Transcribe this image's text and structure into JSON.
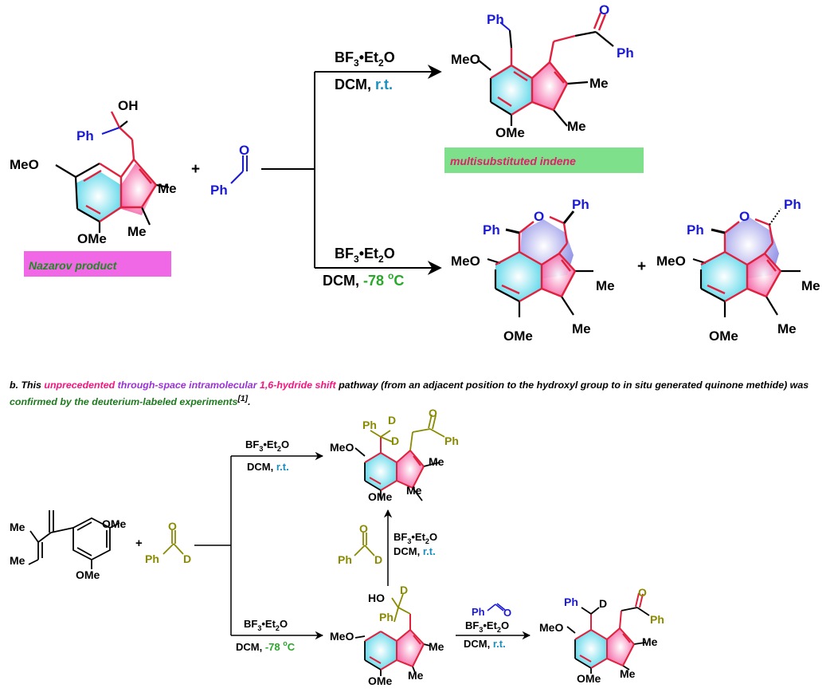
{
  "colors": {
    "blue": "#1a1ad6",
    "red": "#e0203c",
    "pink": "#f51480",
    "olive": "#8a8a00",
    "green": "#2aa82a",
    "teal": "#1a8fbf",
    "purple": "#9b30d9",
    "magenta": "#f064f0",
    "lightgreen": "#7ee08a",
    "cyan": "#63e0f0",
    "lilac": "#a8a8ef"
  },
  "top": {
    "reactant_labels": {
      "oh": "OH",
      "ph": "Ph",
      "meo": "MeO",
      "me1": "Me",
      "ome": "OMe",
      "me2": "Me"
    },
    "reactant_caption": "Nazarov product",
    "plus": "+",
    "aldehyde": {
      "o": "O",
      "ph": "Ph"
    },
    "upper_conditions": {
      "reagent_a": "BF",
      "sub3": "3",
      "reagent_b": "•Et",
      "sub2": "2",
      "reagent_c": "O",
      "solvent": "DCM, ",
      "temp": "r.t."
    },
    "lower_conditions": {
      "reagent_a": "BF",
      "sub3": "3",
      "reagent_b": "•Et",
      "sub2": "2",
      "reagent_c": "O",
      "solvent": "DCM, ",
      "temp": "-78 ",
      "deg": "o",
      "unit": "C"
    },
    "indene_labels": {
      "ph1": "Ph",
      "o": "O",
      "ph2": "Ph",
      "meo": "MeO",
      "me1": "Me",
      "ome": "OMe",
      "me2": "Me"
    },
    "indene_caption": "multisubstituted indene",
    "ether1_labels": {
      "ph1": "Ph",
      "o": "O",
      "ph2": "Ph",
      "meo": "MeO",
      "me1": "Me",
      "ome": "OMe",
      "me2": "Me"
    },
    "plus2": "+",
    "ether2_labels": {
      "ph1": "Ph",
      "o": "O",
      "ph2": "Ph",
      "meo": "MeO",
      "me1": "Me",
      "ome": "OMe",
      "me2": "Me"
    }
  },
  "note": {
    "p1": "b. This ",
    "p2": "unprecedented ",
    "p3": "through-space intramolecular ",
    "p4": "1,6-hydride shift",
    "p5": " pathway (from an adjacent position to the hydroxyl group to in situ generated quinone methide) was ",
    "p6": "confirmed by the deuterium-labeled experiments",
    "p7": "[1]",
    "p8": "."
  },
  "bottom": {
    "diene_labels": {
      "me1": "Me",
      "ome1": "OMe",
      "me2": "Me",
      "ome2": "OMe"
    },
    "plus": "+",
    "aldehyde_d": {
      "o": "O",
      "ph": "Ph",
      "d": "D"
    },
    "cond_rt": {
      "a": "BF",
      "s3": "3",
      "b": "•Et",
      "s2": "2",
      "c": "O",
      "solvent": "DCM, ",
      "temp": "r.t."
    },
    "cond_78": {
      "a": "BF",
      "s3": "3",
      "b": "•Et",
      "s2": "2",
      "c": "O",
      "solvent": "DCM, ",
      "temp": "-78 ",
      "deg": "o",
      "unit": "C"
    },
    "prod_d2": {
      "ph": "Ph",
      "d1": "D",
      "d2": "D",
      "o": "O",
      "ph2": "Ph",
      "meo": "MeO",
      "me1": "Me",
      "ome": "OMe",
      "me2": "Me"
    },
    "vert_aldehyde": {
      "o": "O",
      "ph": "Ph",
      "d": "D"
    },
    "cond_vert": {
      "a": "BF",
      "s3": "3",
      "b": "•Et",
      "s2": "2",
      "c": "O",
      "solvent": "DCM, ",
      "temp": "r.t."
    },
    "alcohol_d": {
      "ho": "HO",
      "d": "D",
      "ph": "Ph",
      "meo": "MeO",
      "me1": "Me",
      "ome": "OMe",
      "me2": "Me"
    },
    "cond_right": {
      "ph": "Ph",
      "o": "O",
      "a": "BF",
      "s3": "3",
      "b": "•Et",
      "s2": "2",
      "c": "O",
      "solvent": "DCM, ",
      "temp": "r.t."
    },
    "prod_d1": {
      "ph": "Ph",
      "d": "D",
      "o": "O",
      "ph2": "Ph",
      "meo": "MeO",
      "me1": "Me",
      "ome": "OMe",
      "me2": "Me"
    }
  }
}
